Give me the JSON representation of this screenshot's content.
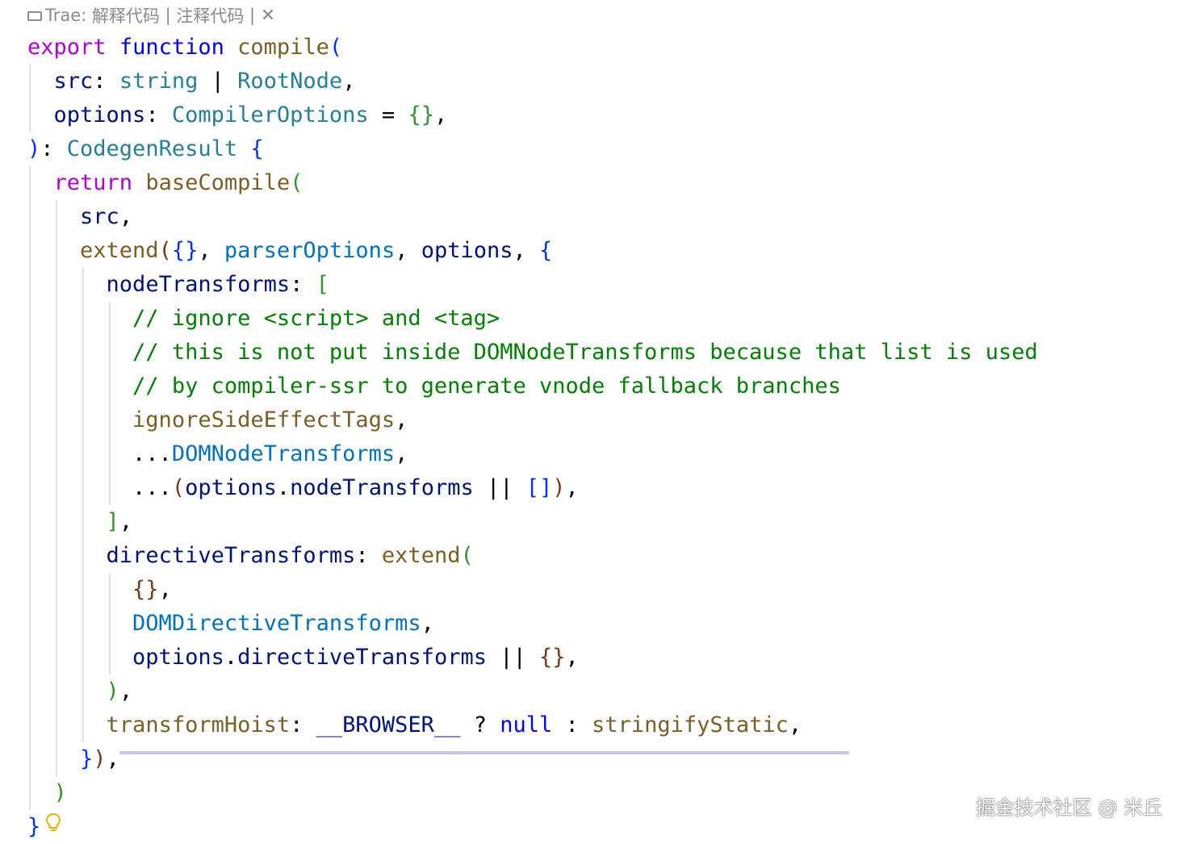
{
  "codelens": {
    "prefix": "Trae: ",
    "explain": "解释代码",
    "sep1": " | ",
    "comment": "注释代码",
    "sep2": " | ",
    "close": "✕"
  },
  "code": {
    "lines": [
      {
        "tokens": [
          {
            "t": "export",
            "c": "kw"
          },
          {
            "t": " ",
            "c": "txt"
          },
          {
            "t": "function",
            "c": "kw2"
          },
          {
            "t": " ",
            "c": "txt"
          },
          {
            "t": "compile",
            "c": "fn"
          },
          {
            "t": "(",
            "c": "p1"
          }
        ]
      },
      {
        "tokens": [
          {
            "t": "  ",
            "c": "txt"
          },
          {
            "t": "src",
            "c": "var"
          },
          {
            "t": ": ",
            "c": "txt"
          },
          {
            "t": "string",
            "c": "type"
          },
          {
            "t": " | ",
            "c": "txt"
          },
          {
            "t": "RootNode",
            "c": "type"
          },
          {
            "t": ",",
            "c": "txt"
          }
        ]
      },
      {
        "tokens": [
          {
            "t": "  ",
            "c": "txt"
          },
          {
            "t": "options",
            "c": "var"
          },
          {
            "t": ": ",
            "c": "txt"
          },
          {
            "t": "CompilerOptions",
            "c": "type"
          },
          {
            "t": " = ",
            "c": "txt"
          },
          {
            "t": "{}",
            "c": "p2"
          },
          {
            "t": ",",
            "c": "txt"
          }
        ]
      },
      {
        "tokens": [
          {
            "t": ")",
            "c": "p1"
          },
          {
            "t": ": ",
            "c": "txt"
          },
          {
            "t": "CodegenResult",
            "c": "type"
          },
          {
            "t": " ",
            "c": "txt"
          },
          {
            "t": "{",
            "c": "p1"
          }
        ]
      },
      {
        "tokens": [
          {
            "t": "  ",
            "c": "txt"
          },
          {
            "t": "return",
            "c": "kw"
          },
          {
            "t": " ",
            "c": "txt"
          },
          {
            "t": "baseCompile",
            "c": "fn"
          },
          {
            "t": "(",
            "c": "p2"
          }
        ]
      },
      {
        "tokens": [
          {
            "t": "    ",
            "c": "txt"
          },
          {
            "t": "src",
            "c": "var"
          },
          {
            "t": ",",
            "c": "txt"
          }
        ]
      },
      {
        "tokens": [
          {
            "t": "    ",
            "c": "txt"
          },
          {
            "t": "extend",
            "c": "fn"
          },
          {
            "t": "(",
            "c": "p3"
          },
          {
            "t": "{}",
            "c": "p1"
          },
          {
            "t": ", ",
            "c": "txt"
          },
          {
            "t": "parserOptions",
            "c": "const"
          },
          {
            "t": ", ",
            "c": "txt"
          },
          {
            "t": "options",
            "c": "var"
          },
          {
            "t": ", ",
            "c": "txt"
          },
          {
            "t": "{",
            "c": "p1"
          }
        ]
      },
      {
        "tokens": [
          {
            "t": "      ",
            "c": "txt"
          },
          {
            "t": "nodeTransforms",
            "c": "var"
          },
          {
            "t": ": ",
            "c": "txt"
          },
          {
            "t": "[",
            "c": "p2"
          }
        ]
      },
      {
        "tokens": [
          {
            "t": "        ",
            "c": "txt"
          },
          {
            "t": "// ignore <script> and <tag>",
            "c": "cmt"
          }
        ]
      },
      {
        "tokens": [
          {
            "t": "        ",
            "c": "txt"
          },
          {
            "t": "// this is not put inside DOMNodeTransforms because that list is used",
            "c": "cmt"
          }
        ]
      },
      {
        "tokens": [
          {
            "t": "        ",
            "c": "txt"
          },
          {
            "t": "// by compiler-ssr to generate vnode fallback branches",
            "c": "cmt"
          }
        ]
      },
      {
        "tokens": [
          {
            "t": "        ",
            "c": "txt"
          },
          {
            "t": "ignoreSideEffectTags",
            "c": "fn"
          },
          {
            "t": ",",
            "c": "txt"
          }
        ]
      },
      {
        "tokens": [
          {
            "t": "        ",
            "c": "txt"
          },
          {
            "t": "...",
            "c": "txt"
          },
          {
            "t": "DOMNodeTransforms",
            "c": "const"
          },
          {
            "t": ",",
            "c": "txt"
          }
        ]
      },
      {
        "tokens": [
          {
            "t": "        ",
            "c": "txt"
          },
          {
            "t": "...",
            "c": "txt"
          },
          {
            "t": "(",
            "c": "p3"
          },
          {
            "t": "options",
            "c": "var"
          },
          {
            "t": ".",
            "c": "txt"
          },
          {
            "t": "nodeTransforms",
            "c": "var"
          },
          {
            "t": " || ",
            "c": "txt"
          },
          {
            "t": "[]",
            "c": "p1"
          },
          {
            "t": ")",
            "c": "p3"
          },
          {
            "t": ",",
            "c": "txt"
          }
        ]
      },
      {
        "tokens": [
          {
            "t": "      ",
            "c": "txt"
          },
          {
            "t": "]",
            "c": "p2"
          },
          {
            "t": ",",
            "c": "txt"
          }
        ]
      },
      {
        "tokens": [
          {
            "t": "      ",
            "c": "txt"
          },
          {
            "t": "directiveTransforms",
            "c": "var"
          },
          {
            "t": ": ",
            "c": "txt"
          },
          {
            "t": "extend",
            "c": "fn"
          },
          {
            "t": "(",
            "c": "p2"
          }
        ]
      },
      {
        "tokens": [
          {
            "t": "        ",
            "c": "txt"
          },
          {
            "t": "{}",
            "c": "p3"
          },
          {
            "t": ",",
            "c": "txt"
          }
        ]
      },
      {
        "tokens": [
          {
            "t": "        ",
            "c": "txt"
          },
          {
            "t": "DOMDirectiveTransforms",
            "c": "const"
          },
          {
            "t": ",",
            "c": "txt"
          }
        ]
      },
      {
        "tokens": [
          {
            "t": "        ",
            "c": "txt"
          },
          {
            "t": "options",
            "c": "var"
          },
          {
            "t": ".",
            "c": "txt"
          },
          {
            "t": "directiveTransforms",
            "c": "var"
          },
          {
            "t": " || ",
            "c": "txt"
          },
          {
            "t": "{}",
            "c": "p3"
          },
          {
            "t": ",",
            "c": "txt"
          }
        ]
      },
      {
        "tokens": [
          {
            "t": "      ",
            "c": "txt"
          },
          {
            "t": ")",
            "c": "p2"
          },
          {
            "t": ",",
            "c": "txt"
          }
        ]
      },
      {
        "tokens": [
          {
            "t": "      ",
            "c": "txt"
          },
          {
            "t": "transformHoist",
            "c": "fn"
          },
          {
            "t": ": ",
            "c": "txt"
          },
          {
            "t": "__BROWSER__",
            "c": "var"
          },
          {
            "t": " ? ",
            "c": "txt"
          },
          {
            "t": "null",
            "c": "kw2"
          },
          {
            "t": " : ",
            "c": "txt"
          },
          {
            "t": "stringifyStatic",
            "c": "fn"
          },
          {
            "t": ",",
            "c": "txt"
          }
        ]
      },
      {
        "tokens": [
          {
            "t": "    ",
            "c": "txt"
          },
          {
            "t": "}",
            "c": "p1"
          },
          {
            "t": ")",
            "c": "p3"
          },
          {
            "t": ",",
            "c": "txt"
          }
        ]
      },
      {
        "tokens": [
          {
            "t": "  ",
            "c": "txt"
          },
          {
            "t": ")",
            "c": "p2"
          }
        ]
      },
      {
        "tokens": [
          {
            "t": "}",
            "c": "p1"
          }
        ],
        "bulb": true
      }
    ]
  },
  "watermark": "掘金技术社区 @ 米丘",
  "colors": {
    "kw": "#af00db",
    "kw2": "#0000ff",
    "fn": "#795e26",
    "p1": "#0431fa",
    "p2": "#319331",
    "p3": "#7b3814",
    "var": "#001080",
    "type": "#267f99",
    "const": "#0070c1",
    "comment": "#008000",
    "bulb": "#e5b400"
  }
}
